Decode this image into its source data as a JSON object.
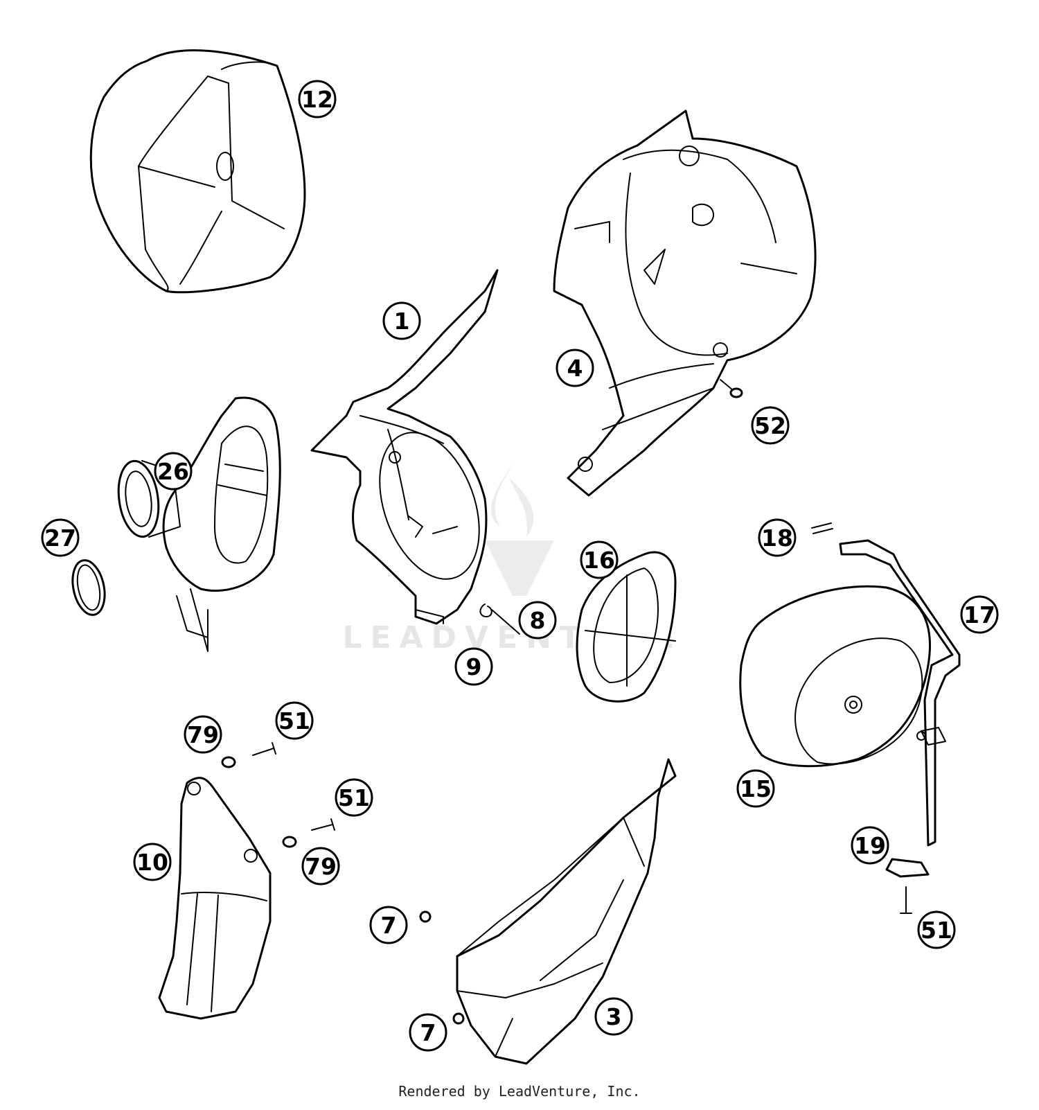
{
  "watermark": {
    "text": "LEADVENTURE"
  },
  "footer": {
    "text": "Rendered by LeadVenture, Inc."
  },
  "callouts": [
    {
      "id": "c12",
      "label": "12"
    },
    {
      "id": "c1",
      "label": "1"
    },
    {
      "id": "c4",
      "label": "4"
    },
    {
      "id": "c52",
      "label": "52"
    },
    {
      "id": "c26",
      "label": "26"
    },
    {
      "id": "c27",
      "label": "27"
    },
    {
      "id": "c8",
      "label": "8"
    },
    {
      "id": "c9",
      "label": "9"
    },
    {
      "id": "c16",
      "label": "16"
    },
    {
      "id": "c18",
      "label": "18"
    },
    {
      "id": "c17",
      "label": "17"
    },
    {
      "id": "c15",
      "label": "15"
    },
    {
      "id": "c79a",
      "label": "79"
    },
    {
      "id": "c51a",
      "label": "51"
    },
    {
      "id": "c51b",
      "label": "51"
    },
    {
      "id": "c79b",
      "label": "79"
    },
    {
      "id": "c10",
      "label": "10"
    },
    {
      "id": "c19",
      "label": "19"
    },
    {
      "id": "c51c",
      "label": "51"
    },
    {
      "id": "c7a",
      "label": "7"
    },
    {
      "id": "c7b",
      "label": "7"
    },
    {
      "id": "c3",
      "label": "3"
    }
  ]
}
